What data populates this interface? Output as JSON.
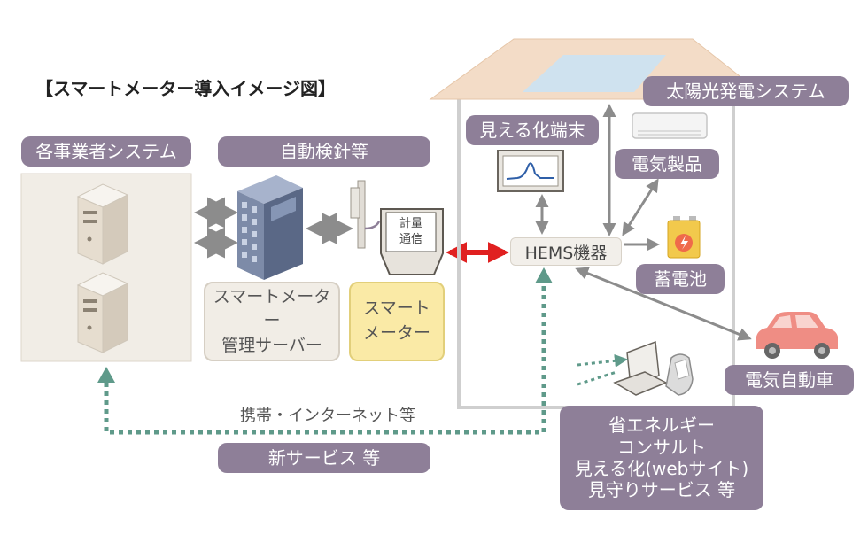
{
  "title": "【スマートメーター導入イメージ図】",
  "labels": {
    "business_systems": "各事業者システム",
    "auto_meter_reading": "自動検針等",
    "display_terminal": "見える化端末",
    "solar_system": "太陽光発電システム",
    "appliances": "電気製品",
    "battery": "蓄電池",
    "ev": "電気自動車",
    "hems": "HEMS機器",
    "meter_comm": "計量\n通信",
    "sm_server": "スマートメーター\n管理サーバー",
    "smart_meter": "スマート\nメーター",
    "internet": "携帯・インターネット等",
    "new_services": "新サービス 等",
    "services_list": "省エネルギー\nコンサルト\n見える化(webサイト)\n見守りサービス 等"
  },
  "colors": {
    "label_bg": "#8e7f98",
    "panel_bg": "#f1ede6",
    "red_arrow": "#e02020",
    "teal_arrow": "#5f9a8a",
    "gray_arrow": "#8c8c8c",
    "roof": "#f3dcc7",
    "solar_panel": "#cfe2ef",
    "meter_box_bg": "#faeaa6"
  },
  "icons": [
    "server-tower-icon",
    "server-building-icon",
    "smart-meter-icon",
    "monitor-icon",
    "air-conditioner-icon",
    "battery-icon",
    "car-icon",
    "laptop-icon",
    "phone-icon",
    "house-roof-icon",
    "solar-panel-icon"
  ]
}
